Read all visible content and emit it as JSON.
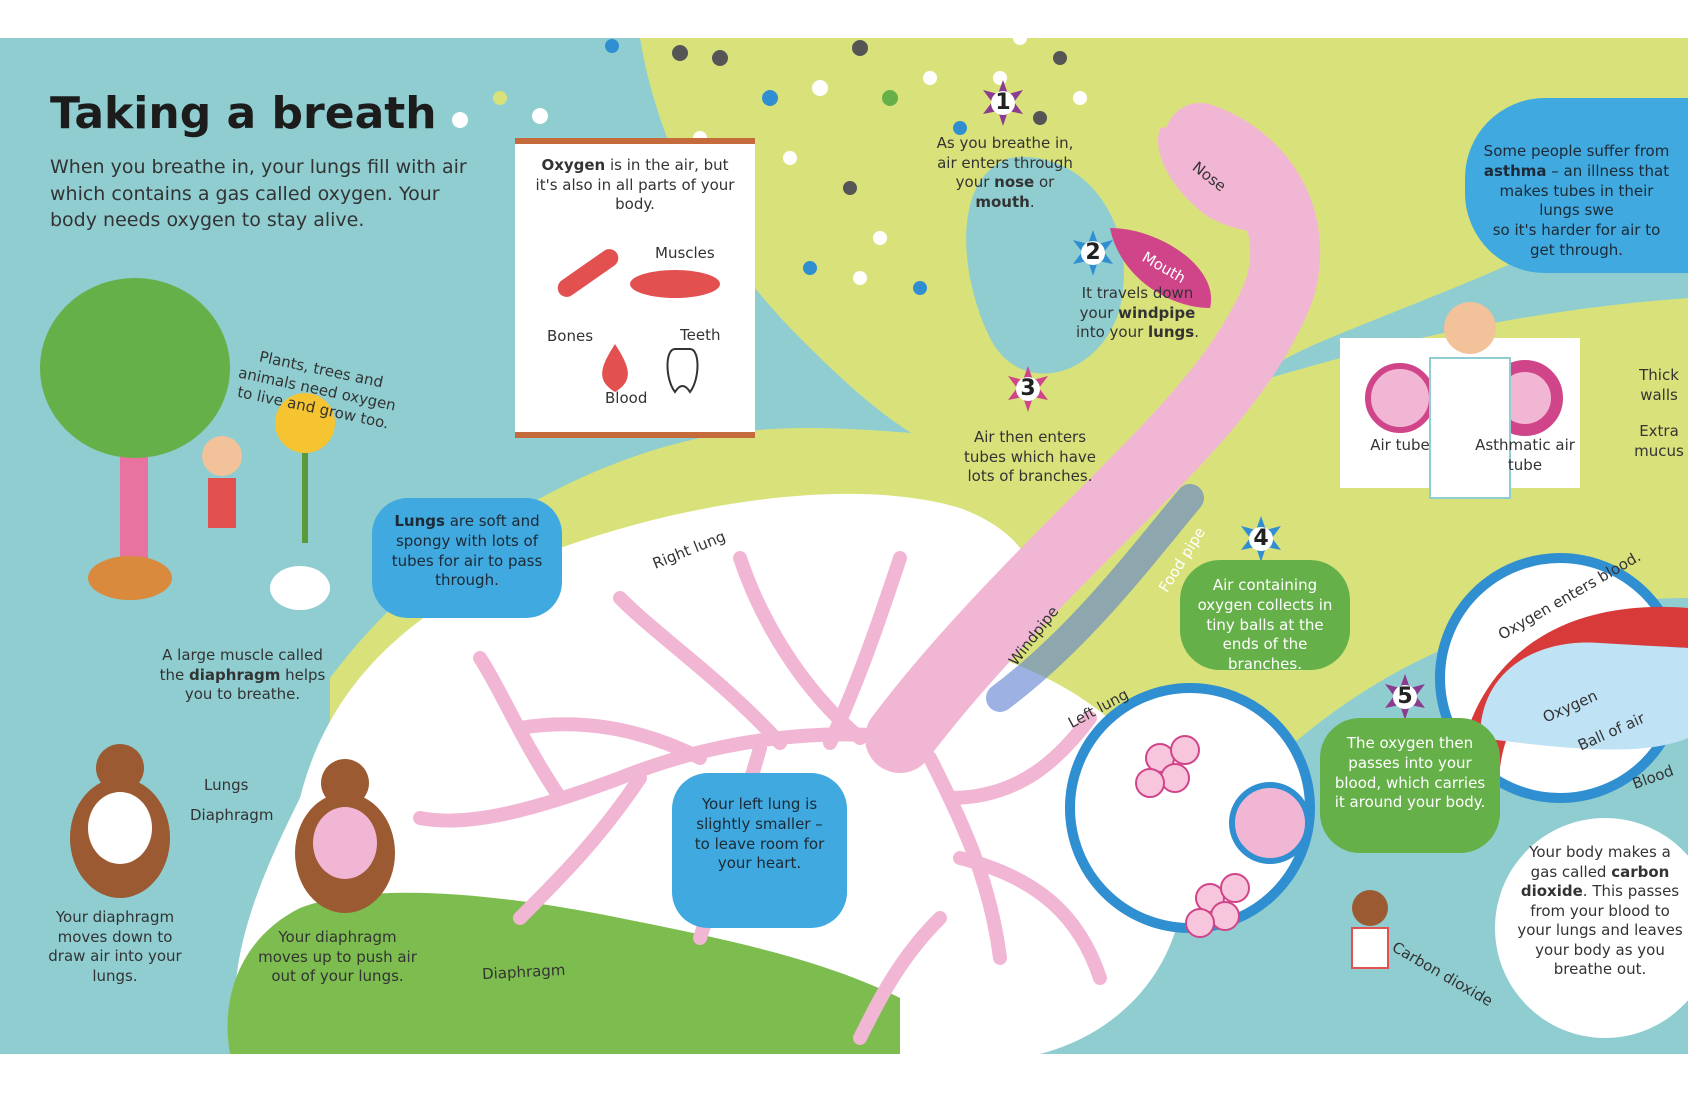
{
  "title": "Taking a breath",
  "intro": "When you breathe in, your lungs fill with air which contains a gas called oxygen. Your body needs oxygen to stay alive.",
  "plants": "Plants, trees and animals need oxygen to live and grow too.",
  "poster": {
    "text_bold": "Oxygen",
    "text_rest": " is in the air, but it's also in all parts of your body.",
    "muscles": "Muscles",
    "bones": "Bones",
    "teeth": "Teeth",
    "blood": "Blood"
  },
  "steps": {
    "s1": {
      "num": "1",
      "t1": "As you breathe in, air enters through your ",
      "b1": "nose",
      "t2": " or ",
      "b2": "mouth",
      "t3": "."
    },
    "s2": {
      "num": "2",
      "t1": "It travels down your ",
      "b1": "windpipe",
      "t2": " into your ",
      "b2": "lungs",
      "t3": "."
    },
    "s3": {
      "num": "3",
      "text": "Air then enters tubes which have lots of branches."
    },
    "s4": {
      "num": "4",
      "text": "Air containing oxygen collects in tiny balls at the ends of the branches."
    },
    "s5": {
      "num": "5",
      "text": "The oxygen then passes into your blood, which carries it around your body."
    }
  },
  "labels": {
    "nose": "Nose",
    "mouth": "Mouth",
    "right_lung": "Right lung",
    "left_lung": "Left lung",
    "windpipe": "Windpipe",
    "food_pipe": "Food pipe",
    "diaphragm_floor": "Diaphragm",
    "lungs": "Lungs",
    "diaphragm": "Diaphragm",
    "oxygen_enters_blood": "Oxygen enters blood.",
    "oxygen": "Oxygen",
    "ball_of_air": "Ball of air",
    "blood": "Blood",
    "carbon_dioxide": "Carbon dioxide",
    "air_tube": "Air tube",
    "asthmatic_air_tube": "Asthmatic air tube",
    "thick_walls": "Thick walls",
    "extra_mucus": "Extra mucus"
  },
  "bubbles": {
    "lungs_soft_bold": "Lungs",
    "lungs_soft_rest": " are soft and spongy with lots of tubes for air to pass through.",
    "left_lung_smaller": "Your left lung is slightly smaller – to leave room for your heart.",
    "asthma_1": "Some people suffer from ",
    "asthma_bold": "asthma",
    "asthma_2": " – an illness that makes tubes in their lungs swe",
    "asthma_3": "so it's harder for air to get through.",
    "co2_1": "Your body makes a gas called ",
    "co2_bold": "carbon dioxide",
    "co2_2": ". This passes from your blood to your lungs and leaves your body as you breathe out."
  },
  "diaphragm_text": {
    "intro_1": "A large muscle called the ",
    "intro_bold": "diaphragm",
    "intro_2": " helps you to breathe.",
    "down": "Your diaphragm moves down to draw air into your lungs.",
    "up": "Your diaphragm moves up to push air out of your lungs."
  },
  "colors": {
    "background": "#8fcdd0",
    "lime": "#d9e27a",
    "pink_lung": "#f2b6d5",
    "blue_bubble": "#3fa9e0",
    "green_bubble": "#66b04a",
    "badge_purple": "#8a3d8f",
    "badge_blue": "#2f8fd0",
    "badge_pink": "#d0458a"
  }
}
